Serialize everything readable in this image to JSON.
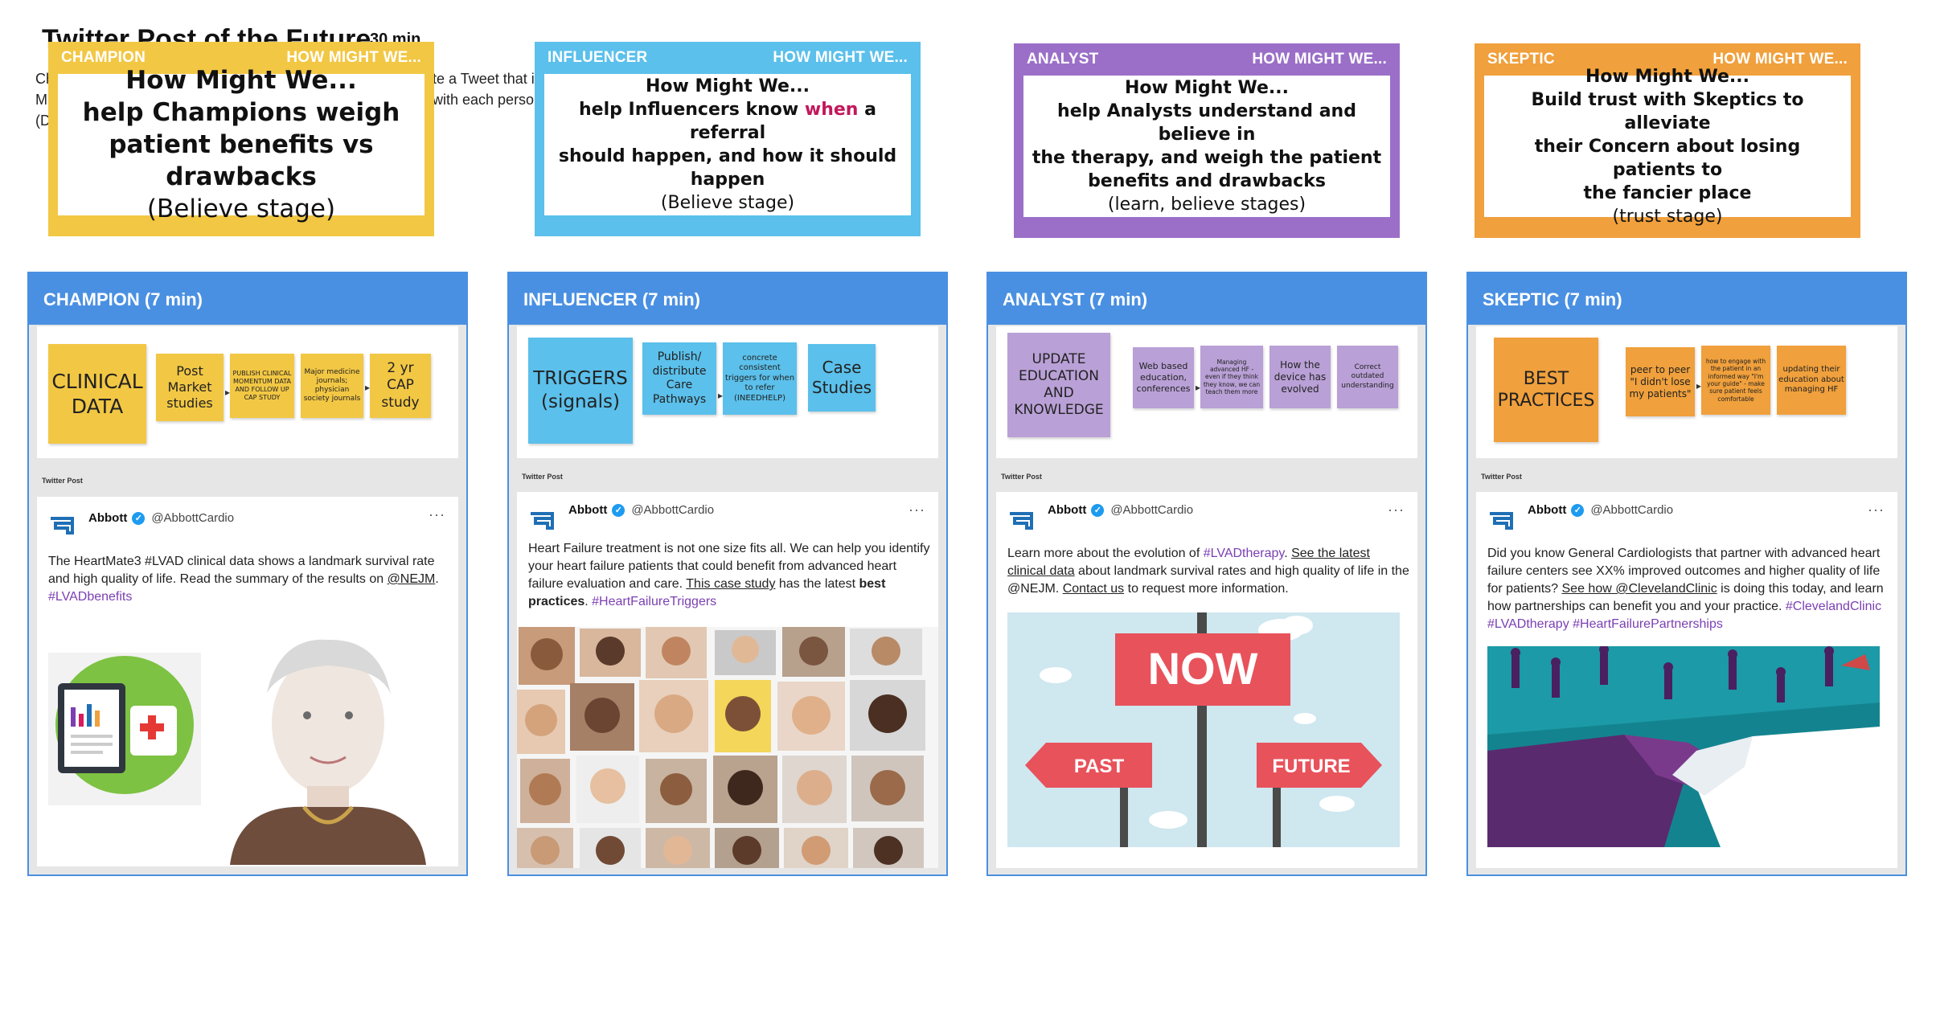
{
  "board": {
    "title": "Twitter Post of the Future",
    "time": "30 min",
    "intro_lines": [
      {
        "left": "Ch",
        "right": "te a Tweet that i"
      },
      {
        "left": "M",
        "right": "with each person"
      },
      {
        "left": "(D",
        "right": ""
      }
    ]
  },
  "colors": {
    "champion": "#f2c744",
    "influencer": "#5bc0eb",
    "analyst": "#9b6fc8",
    "skeptic": "#f0a03c",
    "persona_header": "#4a90e2",
    "hashtag": "#7b3fb3",
    "highlight_when": "#c2185b"
  },
  "hmw": [
    {
      "tag": "CHAMPION",
      "label": "HOW MIGHT WE...",
      "lines": [
        "How Might We...",
        "help Champions weigh",
        "patient benefits vs drawbacks"
      ],
      "sub": "(Believe stage)"
    },
    {
      "tag": "INFLUENCER",
      "label": "HOW MIGHT WE...",
      "line1": "How Might We...",
      "line2a": "help Influencers know ",
      "line2b": "when",
      "line2c": " a referral",
      "line3": "should happen, and how it should",
      "line4": "happen",
      "sub": "(Believe stage)"
    },
    {
      "tag": "ANALYST",
      "label": "HOW MIGHT WE...",
      "lines": [
        "How Might We...",
        "help Analysts understand and believe in",
        "the therapy, and weigh the patient",
        "benefits and drawbacks"
      ],
      "sub": "(learn, believe stages)"
    },
    {
      "tag": "SKEPTIC",
      "label": "HOW MIGHT WE...",
      "lines": [
        "How Might We...",
        "Build trust with Skeptics to alleviate",
        "their Concern about losing patients to",
        "the fancier place"
      ],
      "sub": "(trust stage)"
    }
  ],
  "personas": [
    {
      "header": "CHAMPION (7 min)",
      "stickies": [
        "CLINICAL DATA",
        "Post Market studies",
        "PUBLISH CLINICAL MOMENTUM DATA AND FOLLOW UP CAP STUDY",
        "Major medicine journals; physician society journals",
        "2 yr CAP study"
      ],
      "twitter_label": "Twitter Post",
      "tweet": {
        "name": "Abbott",
        "handle": "@AbbottCardio",
        "text1": "The HeartMate3 #LVAD clinical data shows a landmark survival rate and high quality of life. Read the summary of the results on ",
        "link": "@NEJM",
        "text2": ".",
        "tags": "#LVADbenefits"
      }
    },
    {
      "header": "INFLUENCER (7 min)",
      "stickies": [
        "TRIGGERS (signals)",
        "Publish/ distribute Care Pathways",
        "concrete consistent triggers for when to refer (INEEDHELP)",
        "Case Studies"
      ],
      "twitter_label": "Twitter Post",
      "tweet": {
        "name": "Abbott",
        "handle": "@AbbottCardio",
        "text1": "Heart Failure treatment is not one size fits all. We can help you identify your heart failure patients that could benefit from advanced heart failure evaluation and care. ",
        "link": "This case study",
        "text2": " has the latest ",
        "bold": "best practices",
        "text3": ". ",
        "tags": "#HeartFailureTriggers"
      }
    },
    {
      "header": "ANALYST (7 min)",
      "stickies": [
        "UPDATE EDUCATION AND KNOWLEDGE",
        "Web based education, conferences",
        "Managing advanced HF - even if they think they know, we can teach them more",
        "How the device has evolved",
        "Correct outdated understanding"
      ],
      "twitter_label": "Twitter Post",
      "tweet": {
        "name": "Abbott",
        "handle": "@AbbottCardio",
        "text1": "Learn more about the evolution of ",
        "tag1": "#LVADtherapy",
        "text2": ". ",
        "link1": "See the latest clinical data",
        "text3": " about landmark survival rates and high quality of life in the @NEJM. ",
        "link2": "Contact us",
        "text4": " to request more information."
      },
      "image": {
        "sign_now": "NOW",
        "sign_past": "PAST",
        "sign_future": "FUTURE"
      }
    },
    {
      "header": "SKEPTIC (7 min)",
      "stickies": [
        "BEST PRACTICES",
        "peer to peer \"I didn't lose my patients\"",
        "how to engage with the patient in an informed way \"I'm your guide\" - make sure patient feels comfortable",
        "updating their education about managing HF"
      ],
      "twitter_label": "Twitter Post",
      "tweet": {
        "name": "Abbott",
        "handle": "@AbbottCardio",
        "text1": "Did you know General Cardiologists that partner with advanced heart failure centers see XX% improved outcomes and higher quality of life for patients? ",
        "link": "See how @ClevelandClinic",
        "text2": " is doing this today, and learn how partnerships can benefit you and your practice. ",
        "tags": "#ClevelandClinic #LVADtherapy #HeartFailurePartnerships"
      }
    }
  ]
}
